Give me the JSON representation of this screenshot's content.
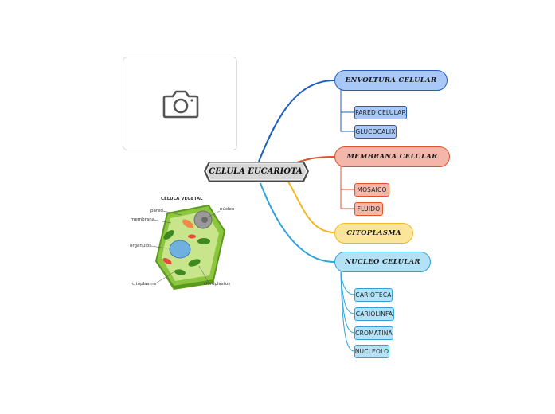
{
  "root": {
    "label": "CELULA EUCARIOTA"
  },
  "branches": [
    {
      "label": "ENVOLTURA CELULAR",
      "color": "#1f5fbf",
      "fill": "#a9c8f5",
      "children": [
        "PARED CELULAR",
        "GLUCOCALIX"
      ]
    },
    {
      "label": "MEMBRANA CELULAR",
      "color": "#e0522a",
      "fill": "#f4b6a8",
      "children": [
        "MOSAICO",
        "FLUIDO"
      ]
    },
    {
      "label": "CITOPLASMA",
      "color": "#f2b824",
      "fill": "#fbe59a",
      "children": []
    },
    {
      "label": "NUCLEO CELULAR",
      "color": "#2ea3dc",
      "fill": "#b3e2f7",
      "children": [
        "CARIOTECA",
        "CARIOLINFA",
        "CROMATINA",
        "NUCLEOLO"
      ]
    }
  ],
  "image_placeholder": {
    "icon": "camera-icon"
  },
  "cell_illustration": {
    "title": "CÉLULA VEGETAL",
    "labels": {
      "pared": "pared",
      "membrana": "membrana",
      "organulos": "orgánulos",
      "citoplasma": "citoplasma",
      "nucleo": "núcleo",
      "cloroplastos": "cloroplastos"
    }
  }
}
